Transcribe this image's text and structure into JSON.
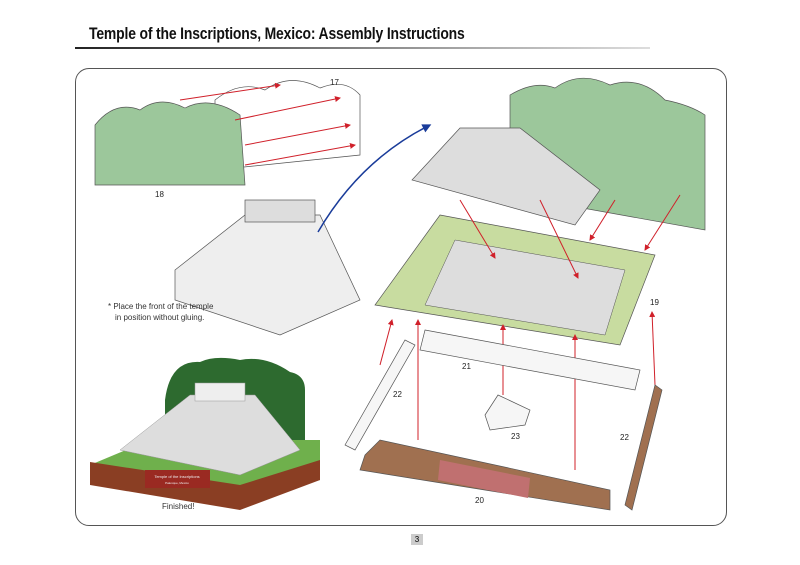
{
  "header": {
    "title": "Temple of the Inscriptions, Mexico: Assembly Instructions"
  },
  "parts": {
    "p17": "17",
    "p18": "18",
    "p19": "19",
    "p20": "20",
    "p21": "21",
    "p22a": "22",
    "p22b": "22",
    "p23": "23"
  },
  "note": {
    "line1": "* Place the front of the temple",
    "line2": "in position without gluing."
  },
  "finished": "Finished!",
  "plaque": {
    "line1": "Temple of the Inscriptions",
    "line2": "Palenque, Mexico"
  },
  "footer": {
    "page": "3"
  },
  "colors": {
    "green": "#9cc79b",
    "base_green": "#c8dca0",
    "brown": "#a07050",
    "arrow_red": "#d0202a",
    "arrow_blue": "#1a3c9a"
  }
}
